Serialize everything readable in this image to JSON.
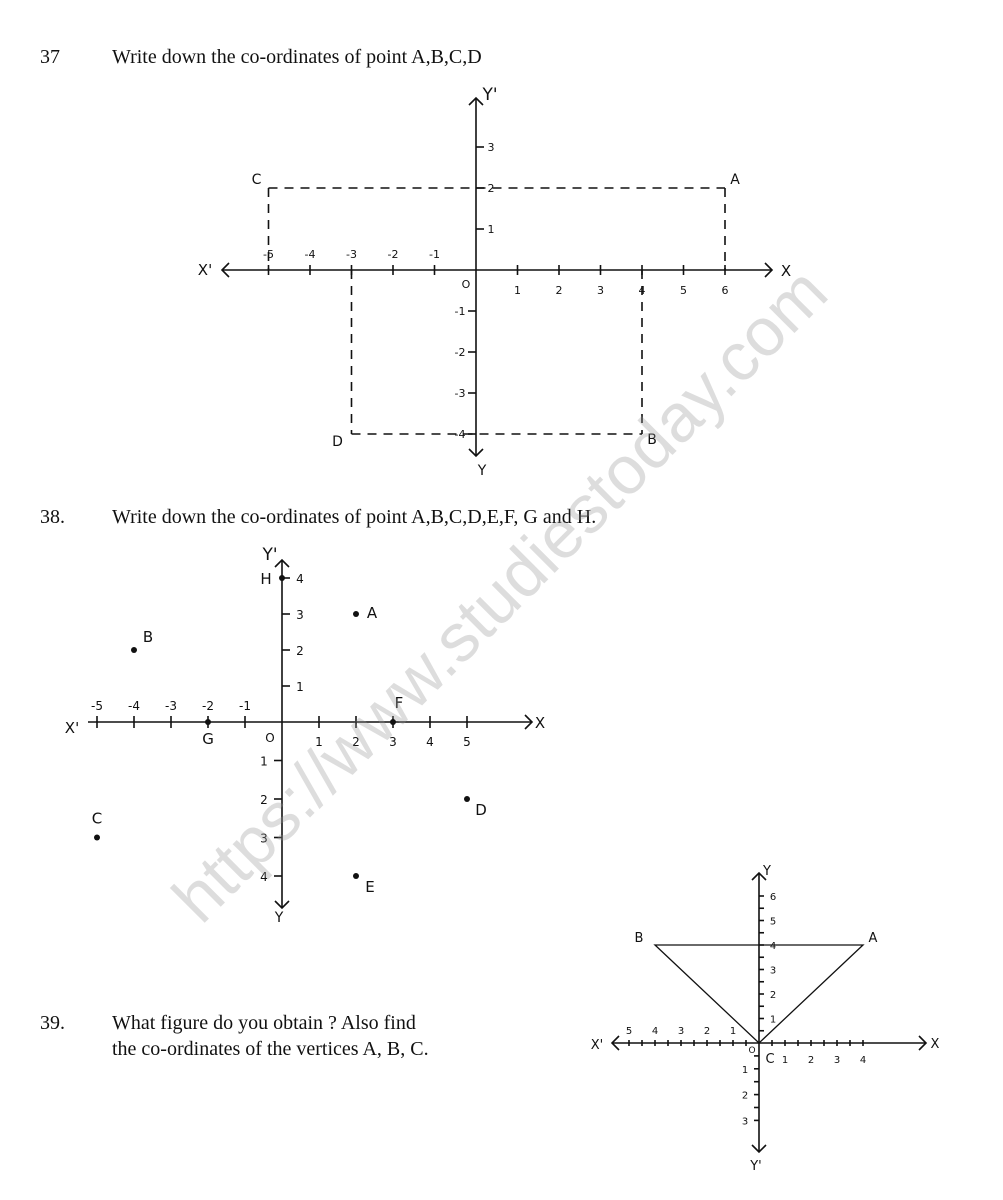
{
  "questions": [
    {
      "number": "37",
      "text": "Write down the co-ordinates of point A,B,C,D",
      "diagram": {
        "axis_labels": {
          "x_pos": "X",
          "x_neg": "X'",
          "y_pos": "Y'",
          "y_neg": "Y",
          "origin": "O"
        },
        "x_ticks": [
          "-5",
          "-4",
          "-3",
          "-2",
          "-1",
          "1",
          "2",
          "3",
          "4",
          "5",
          "6"
        ],
        "y_ticks": [
          "3",
          "2",
          "1",
          "-1",
          "-2",
          "-3",
          "-4"
        ],
        "points": [
          {
            "label": "A",
            "x": 6,
            "y": 2
          },
          {
            "label": "B",
            "x": 4,
            "y": -4
          },
          {
            "label": "C",
            "x": -5,
            "y": 2
          },
          {
            "label": "D",
            "x": -3,
            "y": -4
          }
        ]
      }
    },
    {
      "number": "38.",
      "text": "Write down the co-ordinates of point A,B,C,D,E,F, G and H.",
      "diagram": {
        "axis_labels": {
          "x_pos": "X",
          "x_neg": "X'",
          "y_pos": "Y'",
          "y_neg": "Y",
          "origin": "O"
        },
        "x_ticks": [
          "-5",
          "-4",
          "-3",
          "-2",
          "-1",
          "1",
          "2",
          "3",
          "4",
          "5"
        ],
        "y_ticks": [
          "4",
          "3",
          "2",
          "1",
          "1",
          "2",
          "3",
          "4"
        ],
        "points": [
          {
            "label": "A",
            "x": 2,
            "y": 3
          },
          {
            "label": "B",
            "x": -4,
            "y": 2
          },
          {
            "label": "C",
            "x": -5,
            "y": -3
          },
          {
            "label": "D",
            "x": 5,
            "y": -2
          },
          {
            "label": "E",
            "x": 2,
            "y": -4
          },
          {
            "label": "F",
            "x": 3,
            "y": 0
          },
          {
            "label": "G",
            "x": -2,
            "y": 0
          },
          {
            "label": "H",
            "x": 0,
            "y": 4
          }
        ]
      }
    },
    {
      "number": "39.",
      "text_line1": "What figure do you obtain ? Also find",
      "text_line2": "the co-ordinates of the vertices A, B, C.",
      "diagram": {
        "axis_labels": {
          "x_pos": "X",
          "x_neg": "X'",
          "y_pos": "Y",
          "y_neg": "Y'",
          "origin": "O"
        },
        "x_ticks": [
          "5",
          "4",
          "3",
          "2",
          "1",
          "1",
          "2",
          "3",
          "4"
        ],
        "y_ticks": [
          "6",
          "5",
          "4",
          "3",
          "2",
          "1",
          "1",
          "2",
          "3"
        ],
        "points": [
          {
            "label": "A",
            "x": 4,
            "y": 4
          },
          {
            "label": "B",
            "x": -4,
            "y": 4
          },
          {
            "label": "C",
            "x": 0,
            "y": 0
          }
        ]
      }
    }
  ],
  "watermark": "https://www.studiestoday.com"
}
